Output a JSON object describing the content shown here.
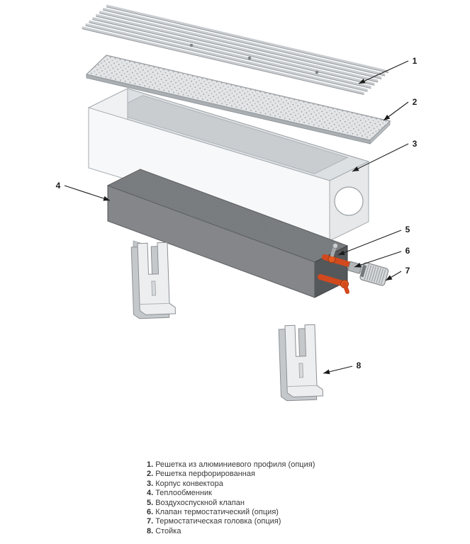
{
  "callouts": [
    {
      "label": "1"
    },
    {
      "label": "2"
    },
    {
      "label": "3"
    },
    {
      "label": "4"
    },
    {
      "label": "5"
    },
    {
      "label": "6"
    },
    {
      "label": "7"
    },
    {
      "label": "8"
    }
  ],
  "legend": {
    "items": [
      {
        "num": "1.",
        "text": "Решетка из алюминиевого профиля (опция)"
      },
      {
        "num": "2.",
        "text": "Решетка перфорированная"
      },
      {
        "num": "3.",
        "text": "Корпус конвектора"
      },
      {
        "num": "4.",
        "text": "Теплообменник"
      },
      {
        "num": "5.",
        "text": "Воздухоспускной клапан"
      },
      {
        "num": "6.",
        "text": "Клапан термостатический (опция)"
      },
      {
        "num": "7.",
        "text": "Термостатическая головка (опция)"
      },
      {
        "num": "8.",
        "text": "Стойка"
      }
    ]
  },
  "colors": {
    "accent_orange": "#e2581f",
    "metal_light": "#edeef0",
    "metal_dark": "#55585b",
    "callout_line": "#1b1b1b"
  }
}
